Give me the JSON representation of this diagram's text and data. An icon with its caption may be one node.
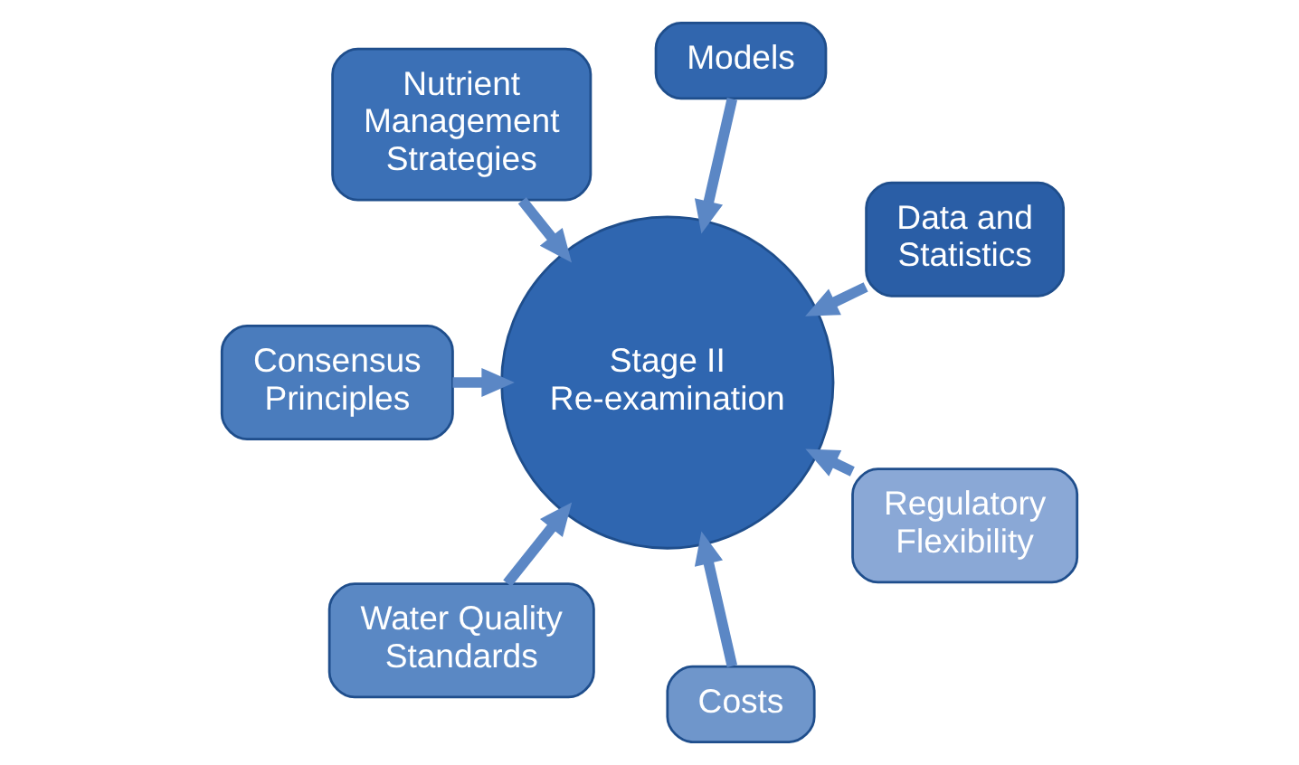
{
  "diagram": {
    "nodes": [
      {
        "text": [
          "Stage II Re-examination"
        ]
      },
      {
        "text": [
          "Data and Statistics"
        ]
      },
      {
        "text": [
          "Models"
        ]
      },
      {
        "text": [
          "Nutrient Management Strategies"
        ]
      },
      {
        "text": [
          "Consensus Principles"
        ]
      },
      {
        "text": [
          "Water Quality Standards"
        ]
      },
      {
        "text": [
          "Costs"
        ]
      },
      {
        "text": [
          "Regulatory Flexibility"
        ]
      }
    ],
    "edges": [
      {
        "from": 1,
        "to": 0,
        "arrow": "to"
      },
      {
        "from": 2,
        "to": 0,
        "arrow": "to"
      },
      {
        "from": 3,
        "to": 0,
        "arrow": "to"
      },
      {
        "from": 4,
        "to": 0,
        "arrow": "to"
      },
      {
        "from": 5,
        "to": 0,
        "arrow": "to"
      },
      {
        "from": 6,
        "to": 0,
        "arrow": "to"
      },
      {
        "from": 7,
        "to": 0,
        "arrow": "to"
      }
    ]
  }
}
